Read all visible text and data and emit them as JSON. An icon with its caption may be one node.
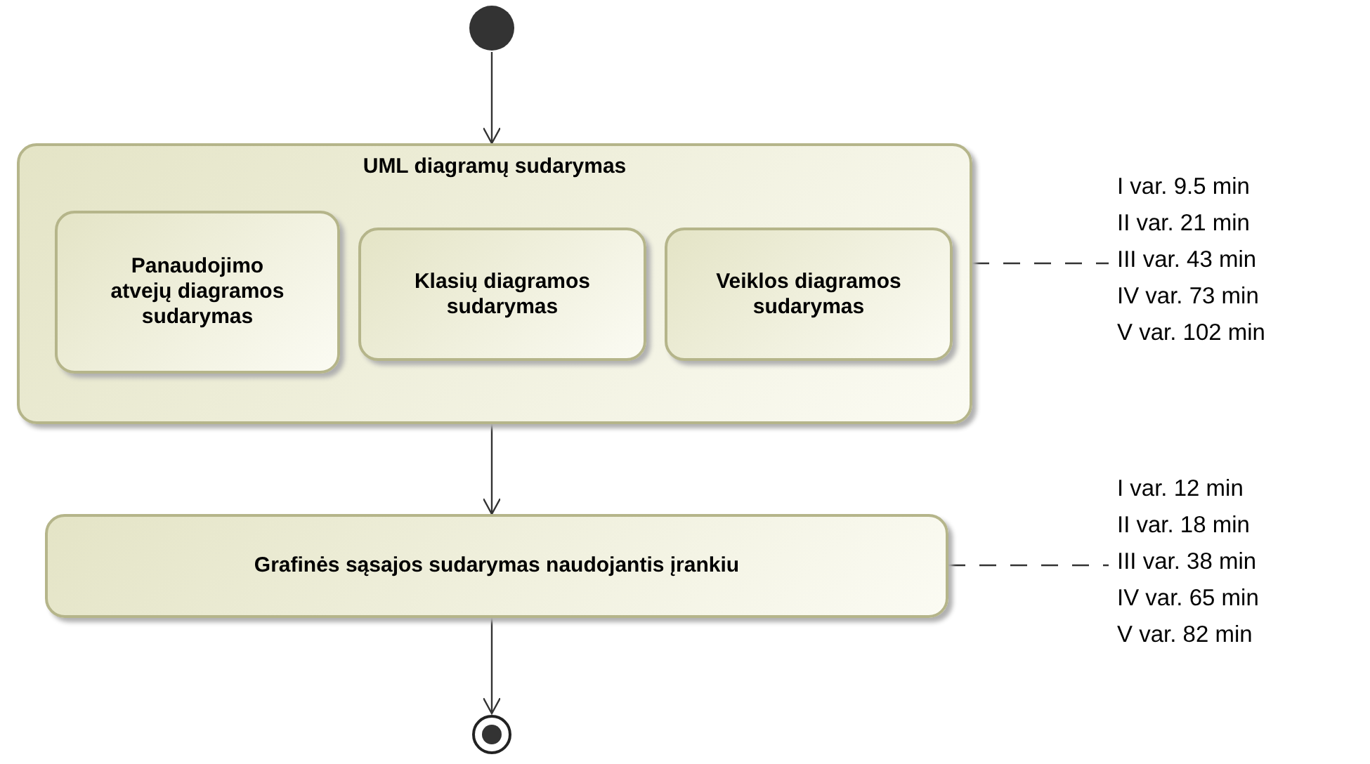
{
  "diagram": {
    "nodes": [
      {
        "text": [],
        "shape": "circle"
      },
      {
        "text": [
          "UML diagramų sudarymas"
        ]
      },
      {
        "text": [
          "Panaudojimo atvejų diagramos sudarymas"
        ],
        "in": 1
      },
      {
        "text": [
          "Klasių diagramos sudarymas"
        ],
        "in": 1
      },
      {
        "text": [
          "Veiklos diagramos sudarymas"
        ],
        "in": 1
      },
      {
        "text": [
          "Grafinės sąsajos sudarymas naudojantis įrankiu"
        ]
      },
      {
        "text": [],
        "shape": "circle"
      },
      {
        "text": [
          "I var. 9.5 min",
          "II var. 21 min",
          "III var. 43 min",
          "IV var. 73 min",
          "V var. 102 min"
        ]
      },
      {
        "text": [
          "I var. 12 min",
          "II var. 18 min",
          "III var. 38 min",
          "IV var. 65 min",
          "V var. 82 min"
        ]
      }
    ],
    "edges": [
      {
        "from": 0,
        "to": 1,
        "arrow": "to"
      },
      {
        "from": 1,
        "to": 5,
        "arrow": "to"
      },
      {
        "from": 5,
        "to": 6,
        "arrow": "to"
      },
      {
        "from": 1,
        "to": 7,
        "arrow": "none",
        "style": "dashed"
      },
      {
        "from": 5,
        "to": 8,
        "arrow": "none",
        "style": "dashed"
      }
    ]
  }
}
